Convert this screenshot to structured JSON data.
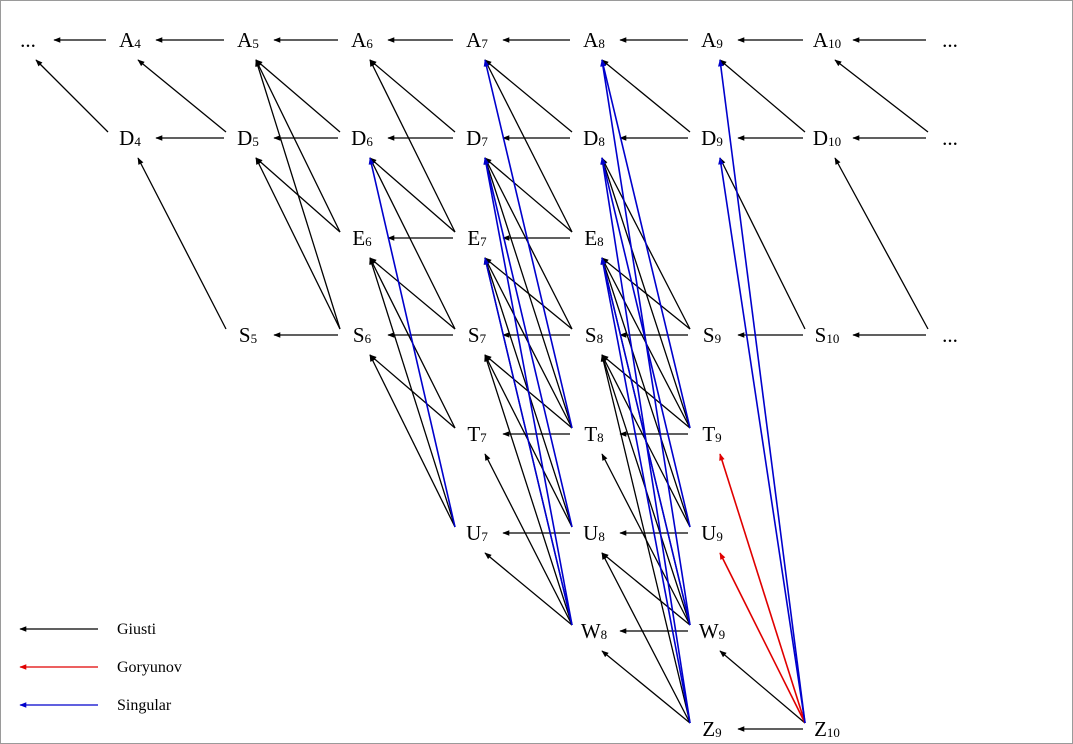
{
  "colors": {
    "giusti": "#000000",
    "goryunov": "#e00000",
    "singular": "#0000cc"
  },
  "nodes": [
    {
      "id": "dots_a",
      "text": "...",
      "sub": ""
    },
    {
      "id": "A4",
      "text": "A",
      "sub": "4"
    },
    {
      "id": "A5",
      "text": "A",
      "sub": "5"
    },
    {
      "id": "A6",
      "text": "A",
      "sub": "6"
    },
    {
      "id": "A7",
      "text": "A",
      "sub": "7"
    },
    {
      "id": "A8",
      "text": "A",
      "sub": "8"
    },
    {
      "id": "A9",
      "text": "A",
      "sub": "9"
    },
    {
      "id": "A10",
      "text": "A",
      "sub": "10"
    },
    {
      "id": "dots_a2",
      "text": "...",
      "sub": ""
    },
    {
      "id": "D4",
      "text": "D",
      "sub": "4"
    },
    {
      "id": "D5",
      "text": "D",
      "sub": "5"
    },
    {
      "id": "D6",
      "text": "D",
      "sub": "6"
    },
    {
      "id": "D7",
      "text": "D",
      "sub": "7"
    },
    {
      "id": "D8",
      "text": "D",
      "sub": "8"
    },
    {
      "id": "D9",
      "text": "D",
      "sub": "9"
    },
    {
      "id": "D10",
      "text": "D",
      "sub": "10"
    },
    {
      "id": "dots_d",
      "text": "...",
      "sub": ""
    },
    {
      "id": "E6",
      "text": "E",
      "sub": "6"
    },
    {
      "id": "E7",
      "text": "E",
      "sub": "7"
    },
    {
      "id": "E8",
      "text": "E",
      "sub": "8"
    },
    {
      "id": "S5",
      "text": "S",
      "sub": "5"
    },
    {
      "id": "S6",
      "text": "S",
      "sub": "6"
    },
    {
      "id": "S7",
      "text": "S",
      "sub": "7"
    },
    {
      "id": "S8",
      "text": "S",
      "sub": "8"
    },
    {
      "id": "S9",
      "text": "S",
      "sub": "9"
    },
    {
      "id": "S10",
      "text": "S",
      "sub": "10"
    },
    {
      "id": "dots_s",
      "text": "...",
      "sub": ""
    },
    {
      "id": "T7",
      "text": "T",
      "sub": "7"
    },
    {
      "id": "T8",
      "text": "T",
      "sub": "8"
    },
    {
      "id": "T9",
      "text": "T",
      "sub": "9"
    },
    {
      "id": "U7",
      "text": "U",
      "sub": "7"
    },
    {
      "id": "U8",
      "text": "U",
      "sub": "8"
    },
    {
      "id": "U9",
      "text": "U",
      "sub": "9"
    },
    {
      "id": "W8",
      "text": "W",
      "sub": "8"
    },
    {
      "id": "W9",
      "text": "W",
      "sub": "9"
    },
    {
      "id": "Z9",
      "text": "Z",
      "sub": "9"
    },
    {
      "id": "Z10",
      "text": "Z",
      "sub": "10"
    }
  ],
  "edges": [
    {
      "from": "A4",
      "to": "dots_a",
      "type": "giusti"
    },
    {
      "from": "A5",
      "to": "A4",
      "type": "giusti"
    },
    {
      "from": "A6",
      "to": "A5",
      "type": "giusti"
    },
    {
      "from": "A7",
      "to": "A6",
      "type": "giusti"
    },
    {
      "from": "A8",
      "to": "A7",
      "type": "giusti"
    },
    {
      "from": "A9",
      "to": "A8",
      "type": "giusti"
    },
    {
      "from": "A10",
      "to": "A9",
      "type": "giusti"
    },
    {
      "from": "dots_a2",
      "to": "A10",
      "type": "giusti"
    },
    {
      "from": "D4",
      "to": "dots_a",
      "type": "giusti"
    },
    {
      "from": "D5",
      "to": "D4",
      "type": "giusti"
    },
    {
      "from": "D5",
      "to": "A4",
      "type": "giusti"
    },
    {
      "from": "D6",
      "to": "D5",
      "type": "giusti"
    },
    {
      "from": "D6",
      "to": "A5",
      "type": "giusti"
    },
    {
      "from": "D7",
      "to": "D6",
      "type": "giusti"
    },
    {
      "from": "D7",
      "to": "A6",
      "type": "giusti"
    },
    {
      "from": "D8",
      "to": "D7",
      "type": "giusti"
    },
    {
      "from": "D8",
      "to": "A7",
      "type": "giusti"
    },
    {
      "from": "D9",
      "to": "D8",
      "type": "giusti"
    },
    {
      "from": "D9",
      "to": "A8",
      "type": "giusti"
    },
    {
      "from": "D10",
      "to": "D9",
      "type": "giusti"
    },
    {
      "from": "D10",
      "to": "A9",
      "type": "giusti"
    },
    {
      "from": "dots_d",
      "to": "D10",
      "type": "giusti"
    },
    {
      "from": "dots_d",
      "to": "A10",
      "type": "giusti"
    },
    {
      "from": "E6",
      "to": "D5",
      "type": "giusti"
    },
    {
      "from": "E6",
      "to": "A5",
      "type": "giusti"
    },
    {
      "from": "E7",
      "to": "E6",
      "type": "giusti"
    },
    {
      "from": "E7",
      "to": "D6",
      "type": "giusti"
    },
    {
      "from": "E7",
      "to": "A6",
      "type": "giusti"
    },
    {
      "from": "E8",
      "to": "E7",
      "type": "giusti"
    },
    {
      "from": "E8",
      "to": "D7",
      "type": "giusti"
    },
    {
      "from": "E8",
      "to": "A7",
      "type": "giusti"
    },
    {
      "from": "S5",
      "to": "D4",
      "type": "giusti"
    },
    {
      "from": "S6",
      "to": "S5",
      "type": "giusti"
    },
    {
      "from": "S6",
      "to": "D5",
      "type": "giusti"
    },
    {
      "from": "S6",
      "to": "A5",
      "type": "giusti"
    },
    {
      "from": "S7",
      "to": "S6",
      "type": "giusti"
    },
    {
      "from": "S7",
      "to": "E6",
      "type": "giusti"
    },
    {
      "from": "S7",
      "to": "D6",
      "type": "giusti"
    },
    {
      "from": "S8",
      "to": "S7",
      "type": "giusti"
    },
    {
      "from": "S8",
      "to": "E7",
      "type": "giusti"
    },
    {
      "from": "S8",
      "to": "D7",
      "type": "giusti"
    },
    {
      "from": "S9",
      "to": "S8",
      "type": "giusti"
    },
    {
      "from": "S9",
      "to": "E8",
      "type": "giusti"
    },
    {
      "from": "S9",
      "to": "D8",
      "type": "giusti"
    },
    {
      "from": "S10",
      "to": "S9",
      "type": "giusti"
    },
    {
      "from": "S10",
      "to": "D9",
      "type": "giusti"
    },
    {
      "from": "dots_s",
      "to": "S10",
      "type": "giusti"
    },
    {
      "from": "dots_s",
      "to": "D10",
      "type": "giusti"
    },
    {
      "from": "T7",
      "to": "S6",
      "type": "giusti"
    },
    {
      "from": "T7",
      "to": "E6",
      "type": "giusti"
    },
    {
      "from": "T8",
      "to": "T7",
      "type": "giusti"
    },
    {
      "from": "T8",
      "to": "S7",
      "type": "giusti"
    },
    {
      "from": "T8",
      "to": "E7",
      "type": "giusti"
    },
    {
      "from": "T8",
      "to": "D7",
      "type": "giusti"
    },
    {
      "from": "T9",
      "to": "T8",
      "type": "giusti"
    },
    {
      "from": "T9",
      "to": "S8",
      "type": "giusti"
    },
    {
      "from": "T9",
      "to": "E8",
      "type": "giusti"
    },
    {
      "from": "T9",
      "to": "D8",
      "type": "giusti"
    },
    {
      "from": "U7",
      "to": "S6",
      "type": "giusti"
    },
    {
      "from": "U7",
      "to": "E6",
      "type": "giusti"
    },
    {
      "from": "U8",
      "to": "U7",
      "type": "giusti"
    },
    {
      "from": "U8",
      "to": "S7",
      "type": "giusti"
    },
    {
      "from": "U8",
      "to": "E7",
      "type": "giusti"
    },
    {
      "from": "U9",
      "to": "U8",
      "type": "giusti"
    },
    {
      "from": "U9",
      "to": "S8",
      "type": "giusti"
    },
    {
      "from": "U9",
      "to": "E8",
      "type": "giusti"
    },
    {
      "from": "W8",
      "to": "U7",
      "type": "giusti"
    },
    {
      "from": "W8",
      "to": "T7",
      "type": "giusti"
    },
    {
      "from": "W8",
      "to": "S7",
      "type": "giusti"
    },
    {
      "from": "W8",
      "to": "E7",
      "type": "giusti"
    },
    {
      "from": "W9",
      "to": "W8",
      "type": "giusti"
    },
    {
      "from": "W9",
      "to": "U8",
      "type": "giusti"
    },
    {
      "from": "W9",
      "to": "T8",
      "type": "giusti"
    },
    {
      "from": "W9",
      "to": "S8",
      "type": "giusti"
    },
    {
      "from": "W9",
      "to": "E8",
      "type": "giusti"
    },
    {
      "from": "Z9",
      "to": "W8",
      "type": "giusti"
    },
    {
      "from": "Z9",
      "to": "U8",
      "type": "giusti"
    },
    {
      "from": "Z9",
      "to": "S8",
      "type": "giusti"
    },
    {
      "from": "Z10",
      "to": "Z9",
      "type": "giusti"
    },
    {
      "from": "Z10",
      "to": "W9",
      "type": "giusti"
    },
    {
      "from": "Z10",
      "to": "T9",
      "type": "goryunov"
    },
    {
      "from": "Z10",
      "to": "U9",
      "type": "goryunov"
    },
    {
      "from": "U7",
      "to": "D6",
      "type": "singular"
    },
    {
      "from": "T8",
      "to": "A7",
      "type": "singular"
    },
    {
      "from": "U8",
      "to": "D7",
      "type": "singular"
    },
    {
      "from": "W8",
      "to": "E7",
      "type": "singular"
    },
    {
      "from": "W8",
      "to": "D7",
      "type": "singular"
    },
    {
      "from": "T9",
      "to": "A8",
      "type": "singular"
    },
    {
      "from": "U9",
      "to": "D8",
      "type": "singular"
    },
    {
      "from": "W9",
      "to": "A8",
      "type": "singular"
    },
    {
      "from": "W9",
      "to": "E8",
      "type": "singular"
    },
    {
      "from": "Z9",
      "to": "D8",
      "type": "singular"
    },
    {
      "from": "Z9",
      "to": "E8",
      "type": "singular"
    },
    {
      "from": "Z10",
      "to": "A9",
      "type": "singular"
    },
    {
      "from": "Z10",
      "to": "D9",
      "type": "singular"
    }
  ],
  "legend": [
    {
      "type": "giusti",
      "label": "Giusti"
    },
    {
      "type": "goryunov",
      "label": "Goryunov"
    },
    {
      "type": "singular",
      "label": "Singular"
    }
  ]
}
